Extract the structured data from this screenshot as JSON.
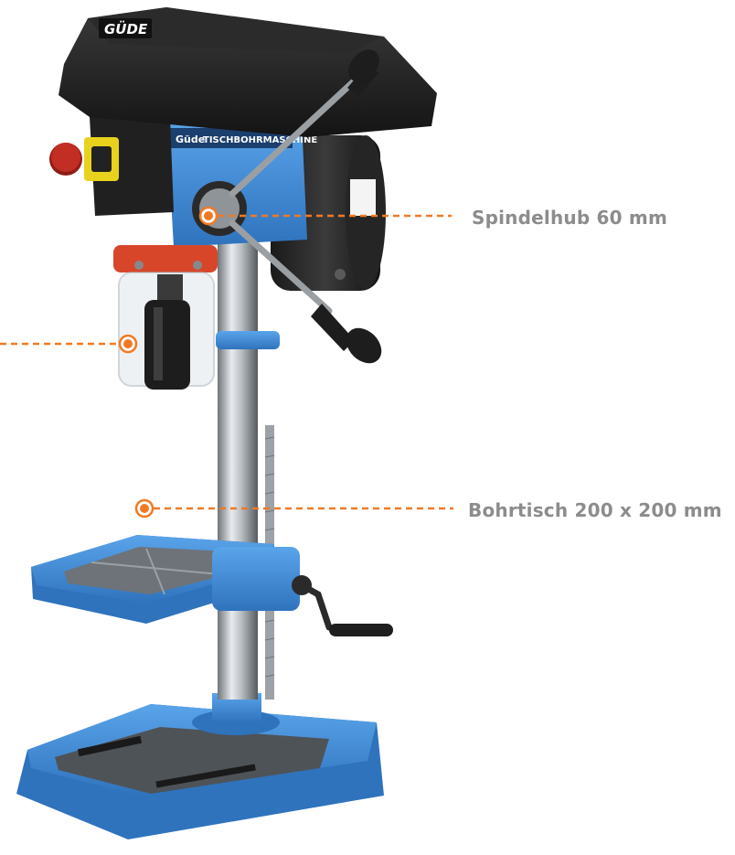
{
  "brand": {
    "logo_text": "GÜDE",
    "plate_brand": "Güde",
    "plate_text": "TISCHBOHRMASCHINE"
  },
  "callouts": {
    "spindle_label": "Spindelhub 60 mm",
    "table_label": "Bohrtisch 200 x 200 mm"
  },
  "colors": {
    "accent_orange": "#f07a24",
    "machine_blue": "#3d88d4",
    "housing_black": "#1c1c1c",
    "label_gray": "#8c8c8c"
  },
  "icons": {
    "emergency_stop": "red-mushroom-button",
    "switch": "yellow-power-switch"
  }
}
